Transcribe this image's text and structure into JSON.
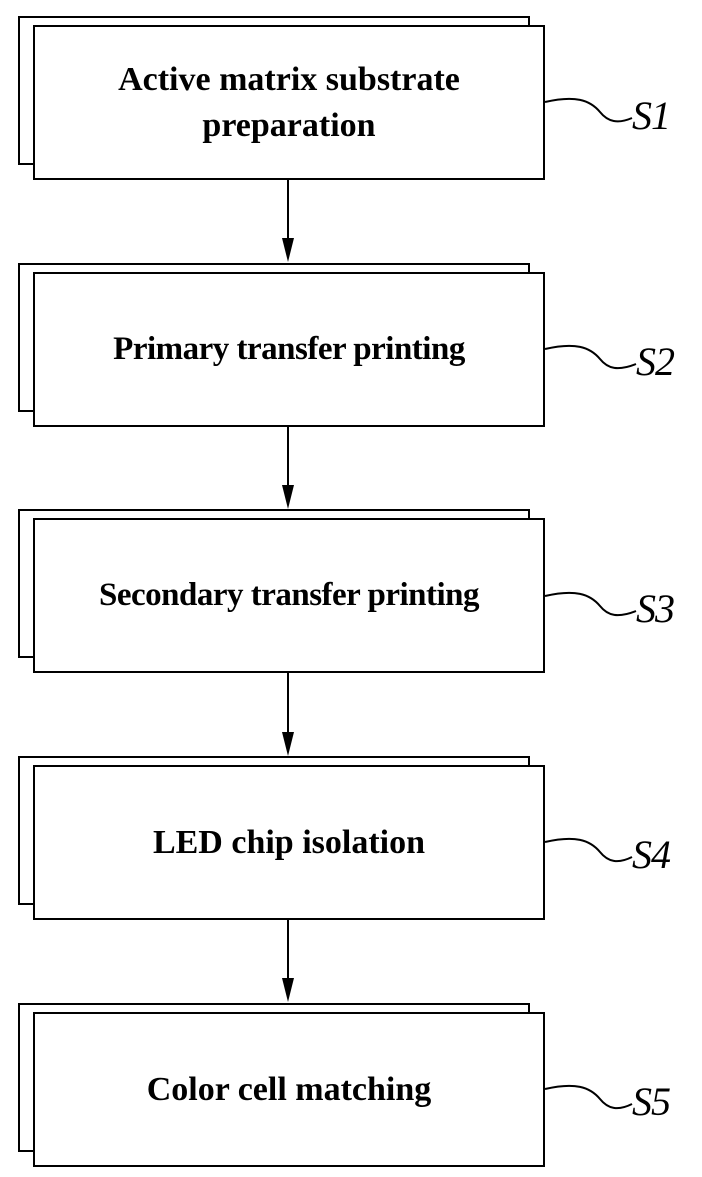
{
  "steps": [
    {
      "id": "s1",
      "text": "Active matrix substrate preparation",
      "label": "S1"
    },
    {
      "id": "s2",
      "text": "Primary transfer printing",
      "label": "S2"
    },
    {
      "id": "s3",
      "text": "Secondary transfer printing",
      "label": "S3"
    },
    {
      "id": "s4",
      "text": "LED chip isolation",
      "label": "S4"
    },
    {
      "id": "s5",
      "text": "Color cell matching",
      "label": "S5"
    }
  ]
}
